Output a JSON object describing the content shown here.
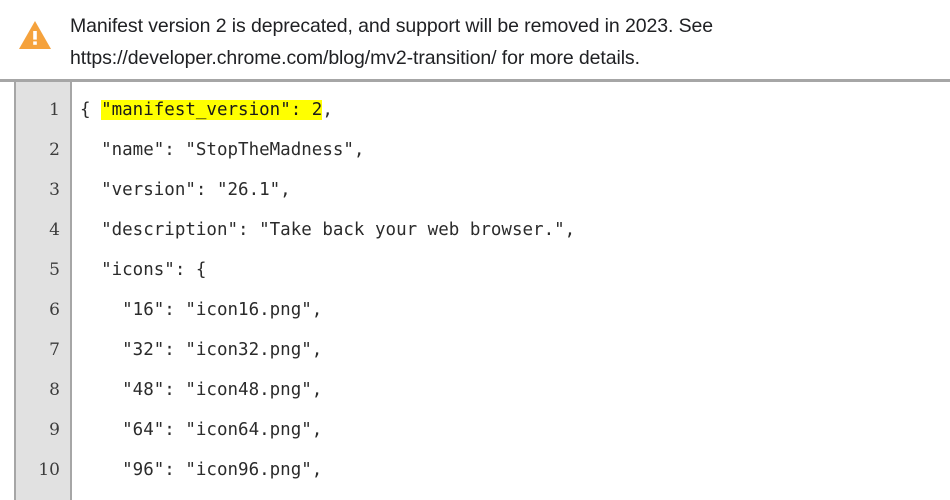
{
  "banner": {
    "icon": "warning-triangle-icon",
    "icon_color": "#F5A623",
    "text": "Manifest version 2 is deprecated, and support will be removed in 2023. See https://developer.chrome.com/blog/mv2-transition/ for more details.",
    "text_color": "#202124"
  },
  "code_viewer": {
    "language": "json",
    "gutter_bg": "#e1e1e1",
    "border_color": "#a6a6a6",
    "highlight_color": "#ffff00",
    "line_numbers": [
      "1",
      "2",
      "3",
      "4",
      "5",
      "6",
      "7",
      "8",
      "9",
      "10"
    ],
    "lines": [
      {
        "number": "1",
        "pre": "{ ",
        "highlight": "\"manifest_version\": 2",
        "post": ","
      },
      {
        "number": "2",
        "pre": "  \"name\": \"StopTheMadness\",",
        "highlight": "",
        "post": ""
      },
      {
        "number": "3",
        "pre": "  \"version\": \"26.1\",",
        "highlight": "",
        "post": ""
      },
      {
        "number": "4",
        "pre": "  \"description\": \"Take back your web browser.\",",
        "highlight": "",
        "post": ""
      },
      {
        "number": "5",
        "pre": "  \"icons\": {",
        "highlight": "",
        "post": ""
      },
      {
        "number": "6",
        "pre": "    \"16\": \"icon16.png\",",
        "highlight": "",
        "post": ""
      },
      {
        "number": "7",
        "pre": "    \"32\": \"icon32.png\",",
        "highlight": "",
        "post": ""
      },
      {
        "number": "8",
        "pre": "    \"48\": \"icon48.png\",",
        "highlight": "",
        "post": ""
      },
      {
        "number": "9",
        "pre": "    \"64\": \"icon64.png\",",
        "highlight": "",
        "post": ""
      },
      {
        "number": "10",
        "pre": "    \"96\": \"icon96.png\",",
        "highlight": "",
        "post": ""
      }
    ]
  }
}
